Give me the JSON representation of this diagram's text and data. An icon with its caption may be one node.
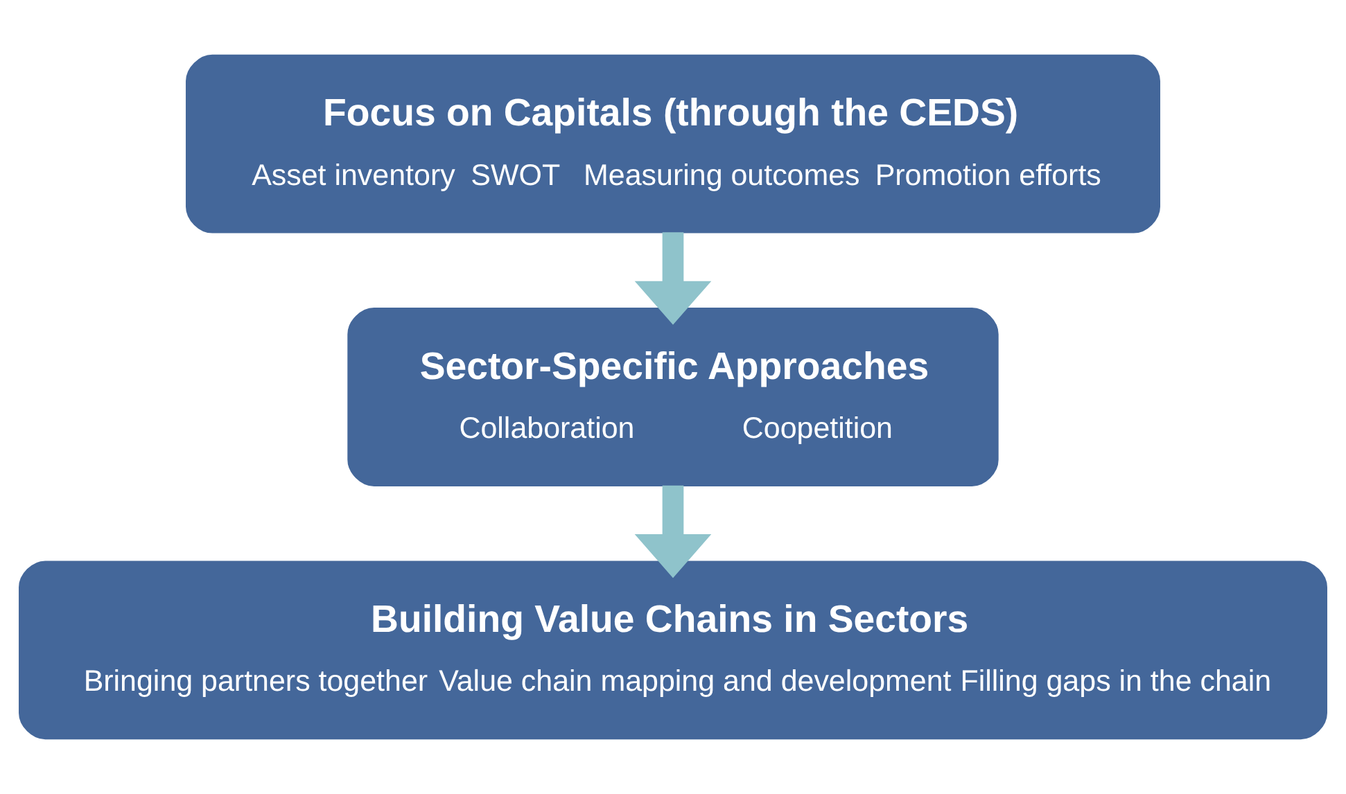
{
  "diagram": {
    "nodes": [
      {
        "text": [
          "Focus on Capitals (through the CEDS)",
          "Asset inventory",
          "SWOT",
          "Measuring outcomes",
          "Promotion efforts"
        ]
      },
      {
        "text": [
          "Sector-Specific Approaches",
          "Collaboration",
          "Coopetition"
        ]
      },
      {
        "text": [
          "Building Value Chains in Sectors",
          "Bringing partners together",
          "Value chain mapping and development",
          "Filling gaps in the chain"
        ]
      }
    ],
    "edges": [
      {
        "from": 0,
        "to": 1,
        "arrow": "to"
      },
      {
        "from": 1,
        "to": 2,
        "arrow": "to"
      }
    ]
  }
}
